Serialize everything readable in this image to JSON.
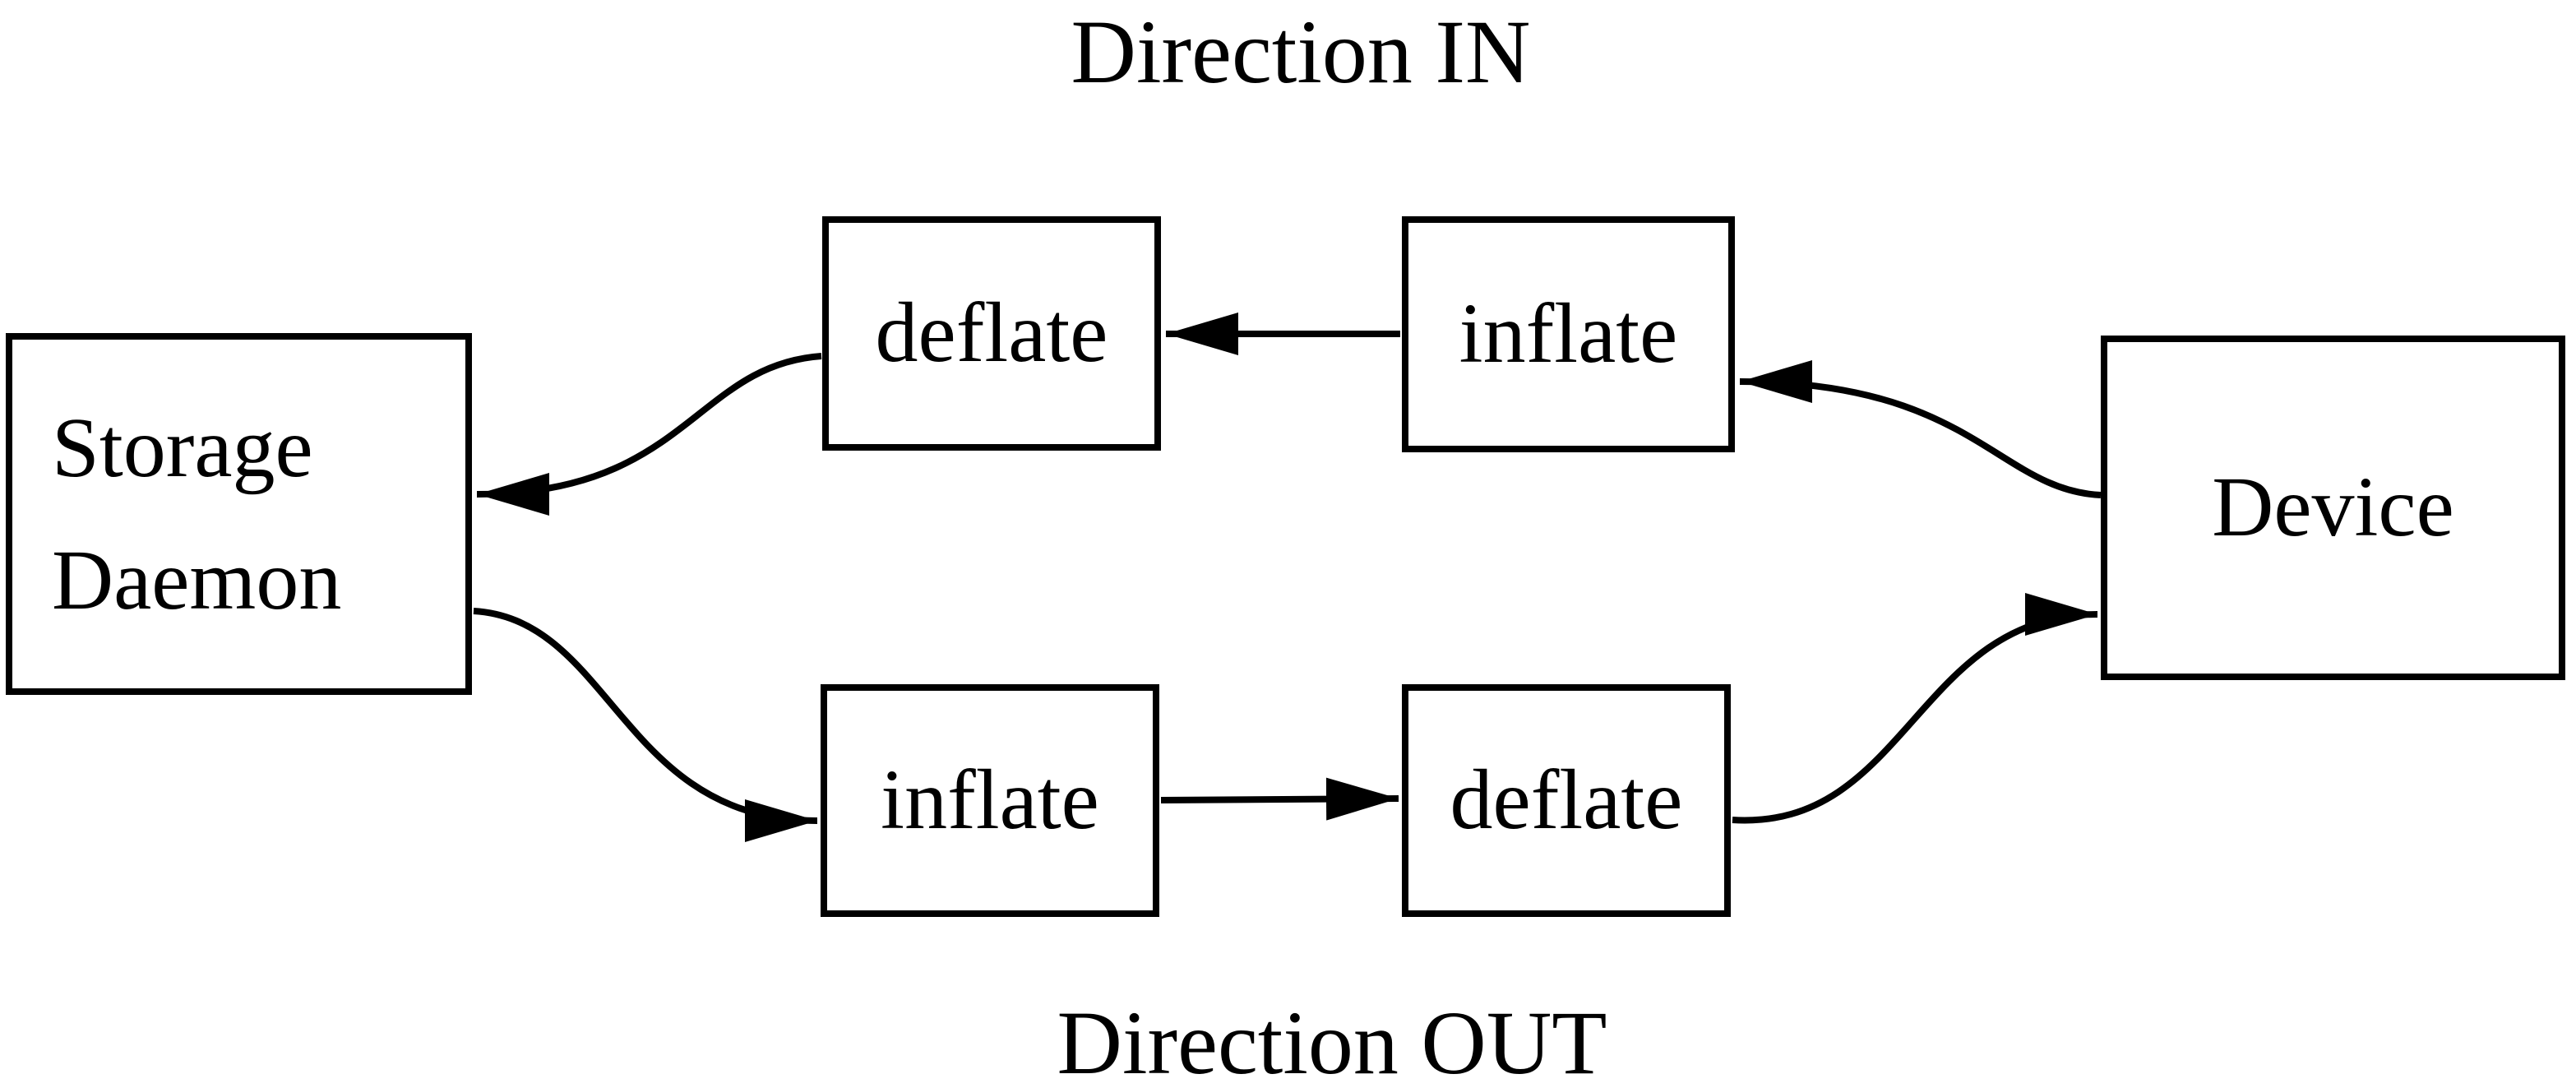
{
  "diagram": {
    "title_in": "Direction IN",
    "title_out": "Direction OUT",
    "nodes": {
      "storage_daemon": {
        "line1": "Storage",
        "line2": "Daemon"
      },
      "deflate_in": {
        "label": "deflate"
      },
      "inflate_in": {
        "label": "inflate"
      },
      "inflate_out": {
        "label": "inflate"
      },
      "deflate_out": {
        "label": "deflate"
      },
      "device": {
        "label": "Device"
      }
    },
    "flows": {
      "in": [
        "Device",
        "inflate",
        "deflate",
        "Storage Daemon"
      ],
      "out": [
        "Storage Daemon",
        "inflate",
        "deflate",
        "Device"
      ]
    },
    "colors": {
      "foreground": "#000000",
      "background": "#ffffff"
    }
  }
}
